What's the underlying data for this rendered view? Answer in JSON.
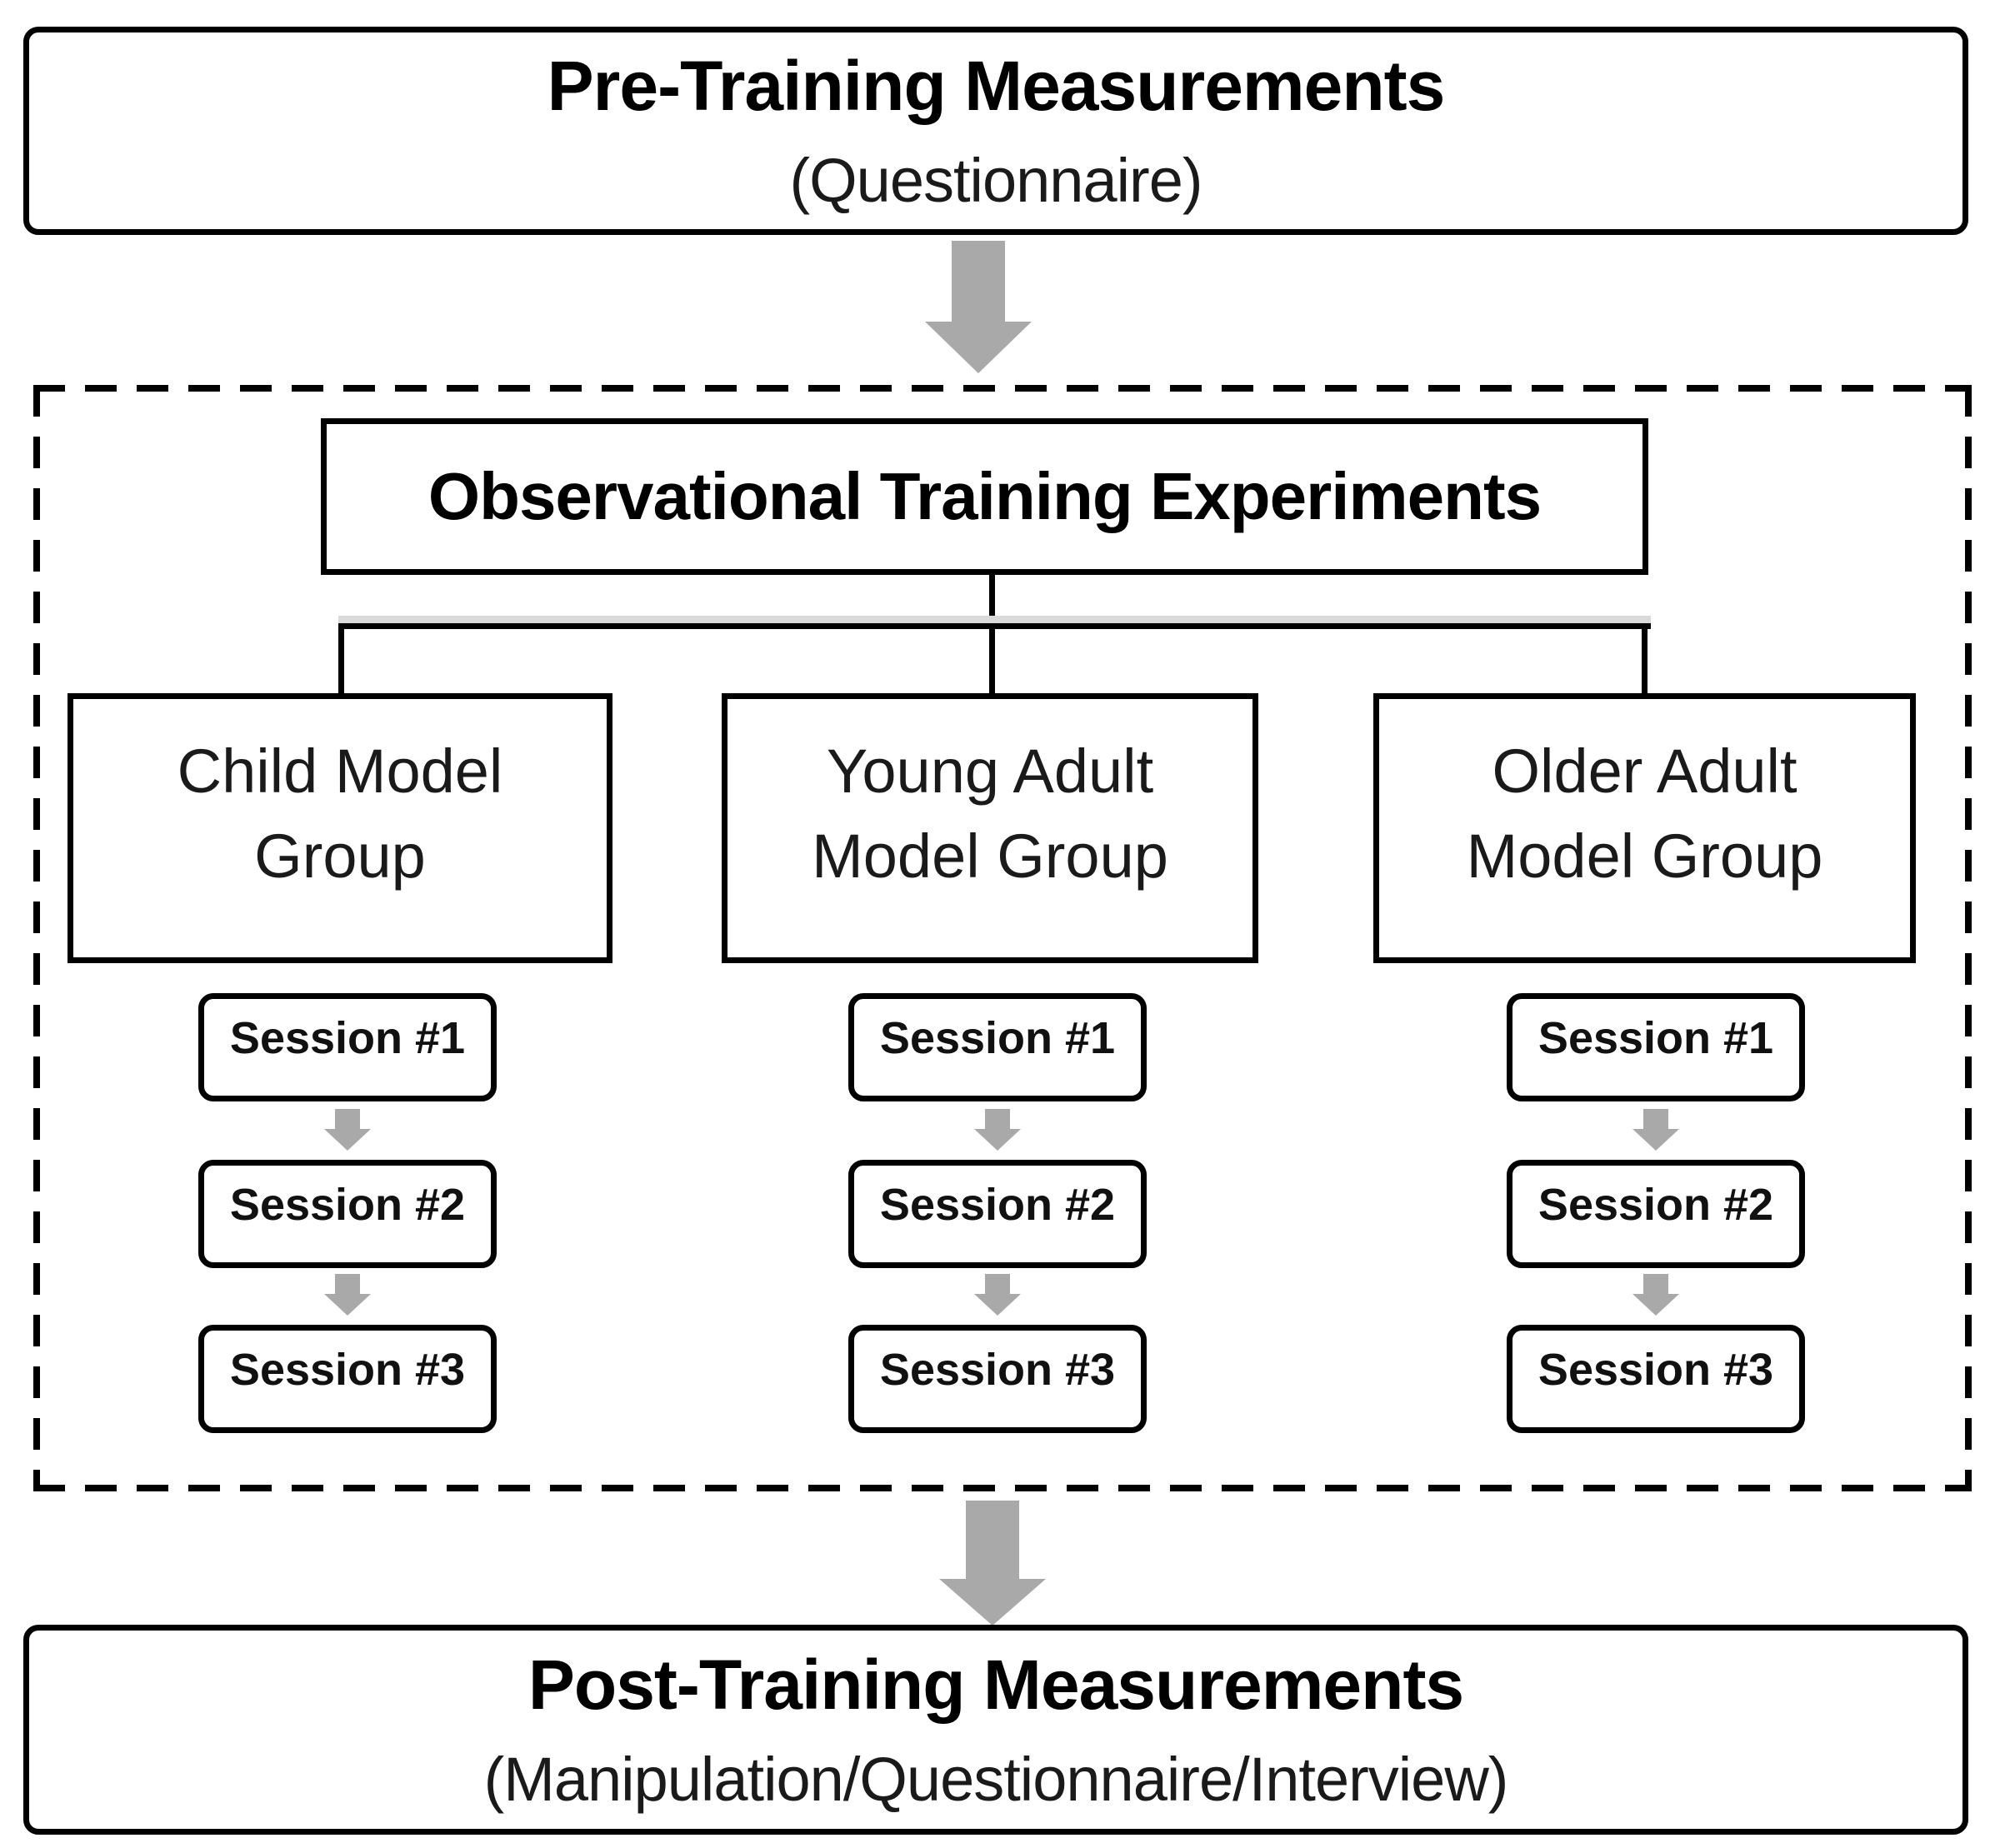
{
  "pre_box": {
    "title": "Pre-Training Measurements",
    "subtitle": "(Questionnaire)"
  },
  "observational": {
    "header": "Observational Training Experiments"
  },
  "groups": [
    {
      "line1": "Child Model",
      "line2": "Group",
      "sessions": [
        "Session #1",
        "Session #2",
        "Session #3"
      ]
    },
    {
      "line1": "Young Adult",
      "line2": "Model Group",
      "sessions": [
        "Session #1",
        "Session #2",
        "Session #3"
      ]
    },
    {
      "line1": "Older Adult",
      "line2": "Model Group",
      "sessions": [
        "Session #1",
        "Session #2",
        "Session #3"
      ]
    }
  ],
  "post_box": {
    "title": "Post-Training Measurements",
    "subtitle": "(Manipulation/Questionnaire/Interview)"
  },
  "colors": {
    "line_black": "#000000",
    "arrow_gray": "#a9a9a9",
    "shadow_gray": "#d9d9d9",
    "background": "#ffffff"
  }
}
